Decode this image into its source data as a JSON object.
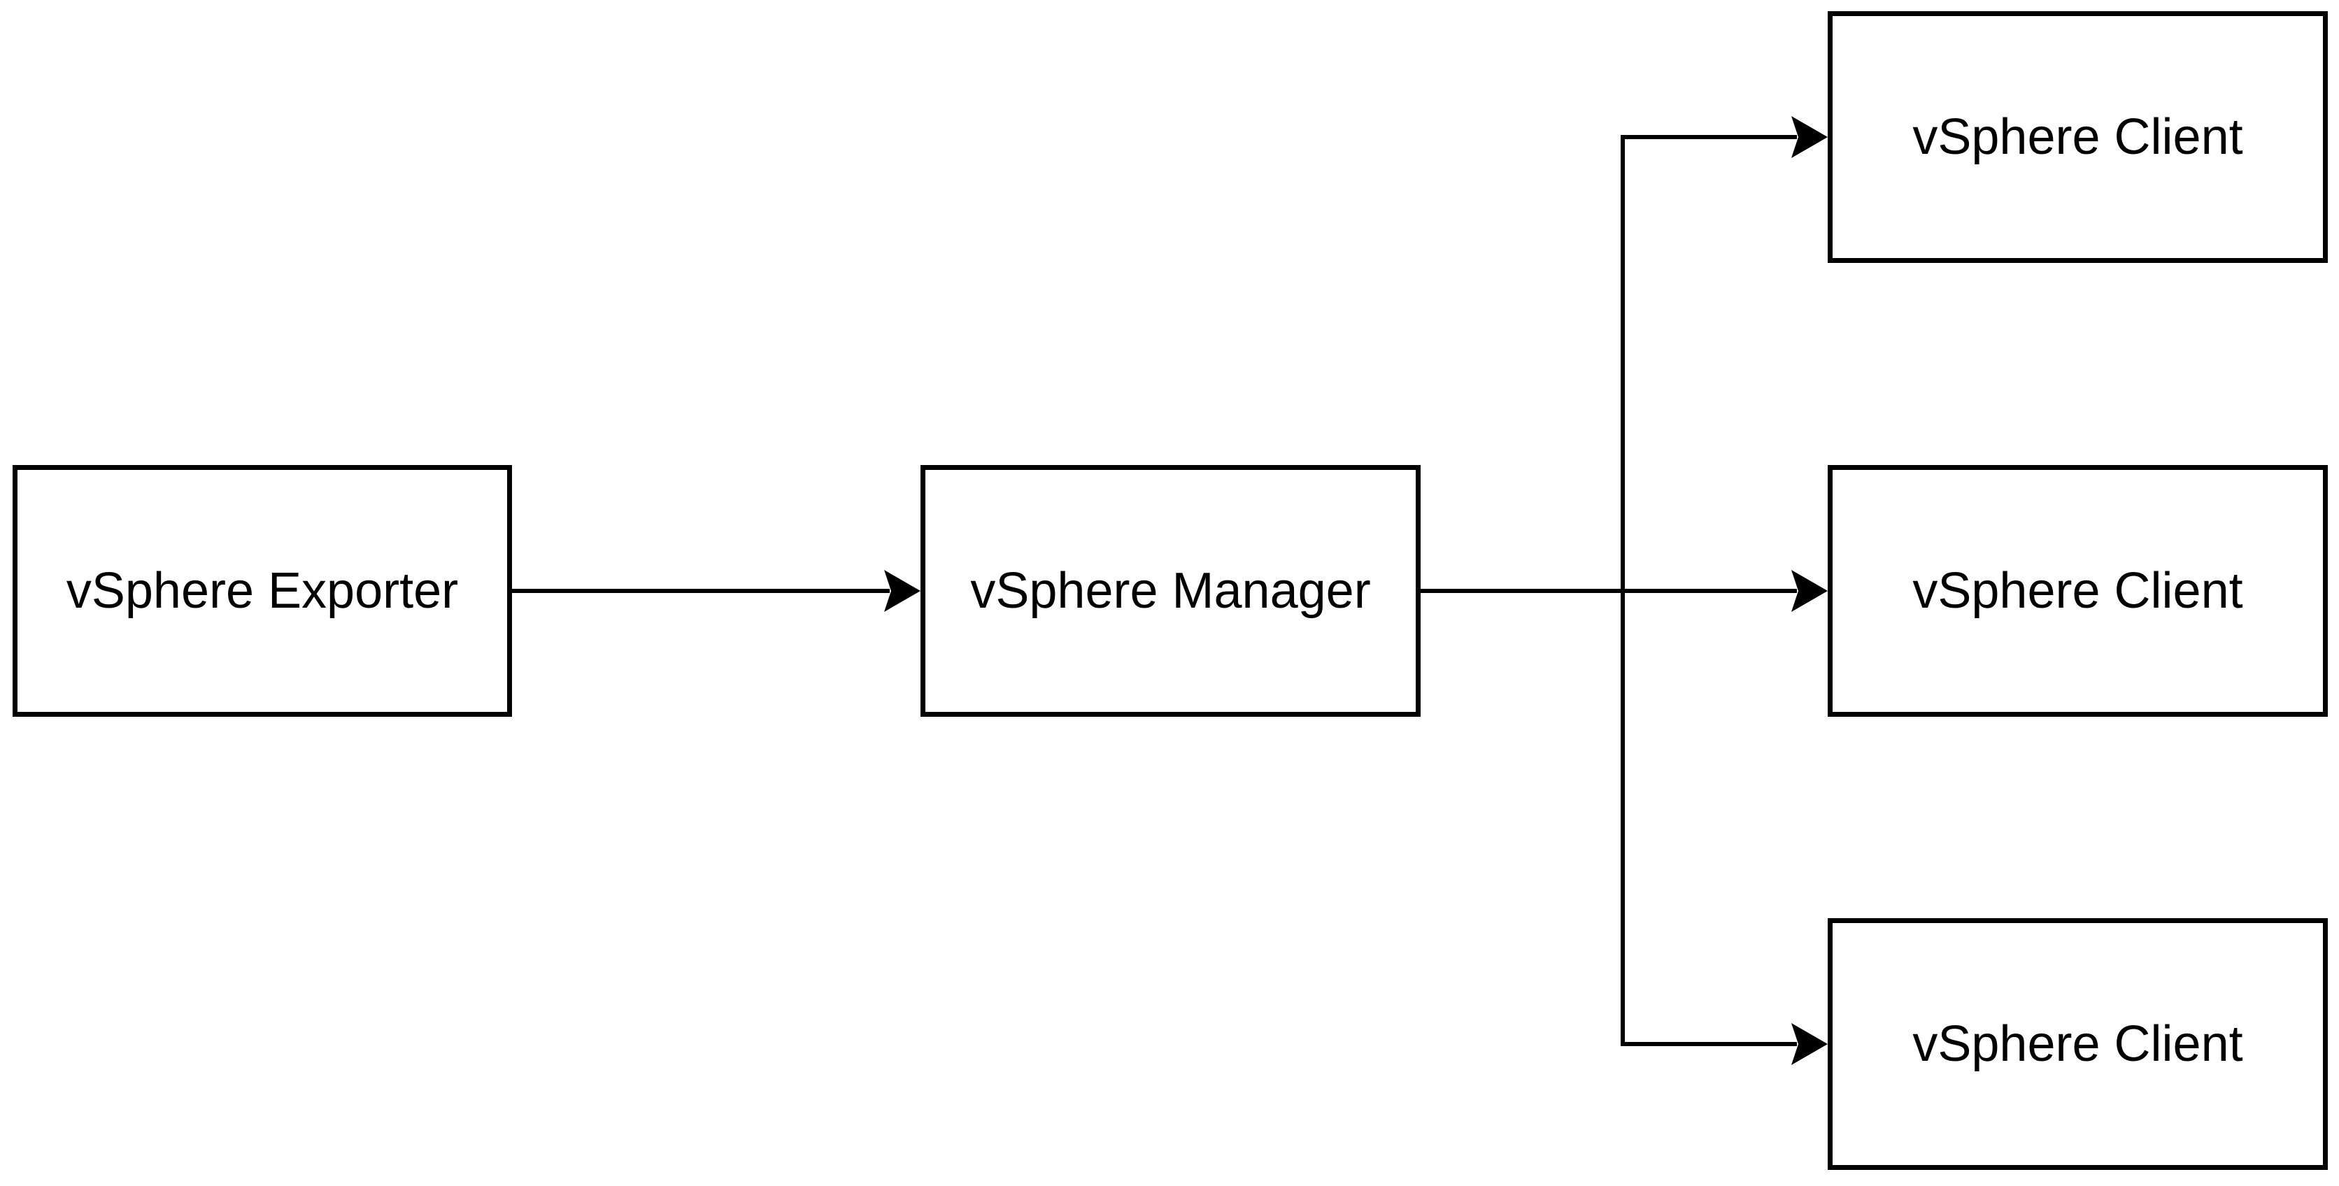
{
  "diagram": {
    "background_color": "#ffffff",
    "stroke_color": "#000000",
    "node_fill_color": "#ffffff",
    "text_color": "#000000",
    "nodes": [
      {
        "id": "vsphere-exporter",
        "label": "vSphere Exporter"
      },
      {
        "id": "vsphere-manager",
        "label": "vSphere Manager"
      },
      {
        "id": "vsphere-client-1",
        "label": "vSphere Client"
      },
      {
        "id": "vsphere-client-2",
        "label": "vSphere Client"
      },
      {
        "id": "vsphere-client-3",
        "label": "vSphere Client"
      }
    ],
    "edges": [
      {
        "from": "vsphere-exporter",
        "to": "vsphere-manager",
        "style": "arrow"
      },
      {
        "from": "vsphere-manager",
        "to": "vsphere-client-1",
        "style": "arrow"
      },
      {
        "from": "vsphere-manager",
        "to": "vsphere-client-2",
        "style": "arrow"
      },
      {
        "from": "vsphere-manager",
        "to": "vsphere-client-3",
        "style": "arrow"
      }
    ]
  }
}
